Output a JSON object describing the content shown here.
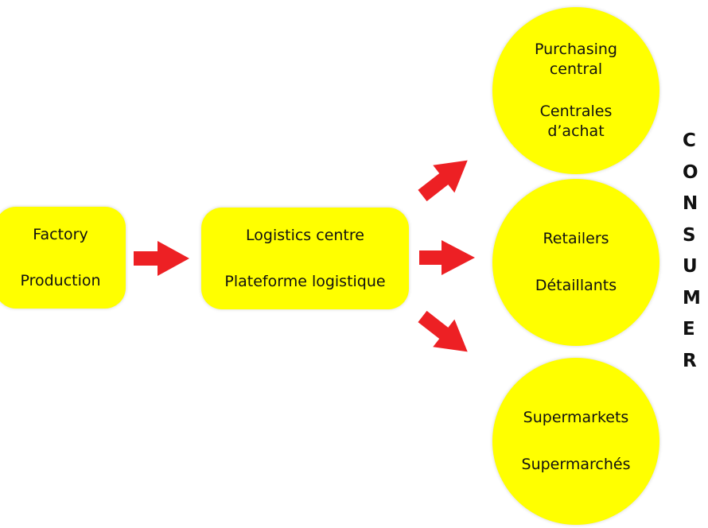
{
  "colors": {
    "node_fill": "#ffff00",
    "arrow": "#ed2024",
    "text": "#111111",
    "background": "#ffffff"
  },
  "nodes": {
    "factory": {
      "en": "Factory",
      "fr": "Production"
    },
    "logistics": {
      "en": "Logistics centre",
      "fr": "Plateforme logistique"
    },
    "purchasing": {
      "en_line1": "Purchasing",
      "en_line2": "central",
      "fr_line1": "Centrales",
      "fr_line2": "d’achat"
    },
    "retailers": {
      "en": "Retailers",
      "fr": "Détaillants"
    },
    "supermarkets": {
      "en": "Supermarkets",
      "fr": "Supermarchés"
    }
  },
  "edges": [
    {
      "from": "factory",
      "to": "logistics",
      "icon": "arrow-right-icon"
    },
    {
      "from": "logistics",
      "to": "purchasing",
      "icon": "arrow-up-right-icon"
    },
    {
      "from": "logistics",
      "to": "retailers",
      "icon": "arrow-right-icon"
    },
    {
      "from": "logistics",
      "to": "supermarkets",
      "icon": "arrow-down-right-icon"
    }
  ],
  "consumer": {
    "label": "CONSUMER",
    "letters": [
      "C",
      "O",
      "N",
      "S",
      "U",
      "M",
      "E",
      "R"
    ]
  }
}
